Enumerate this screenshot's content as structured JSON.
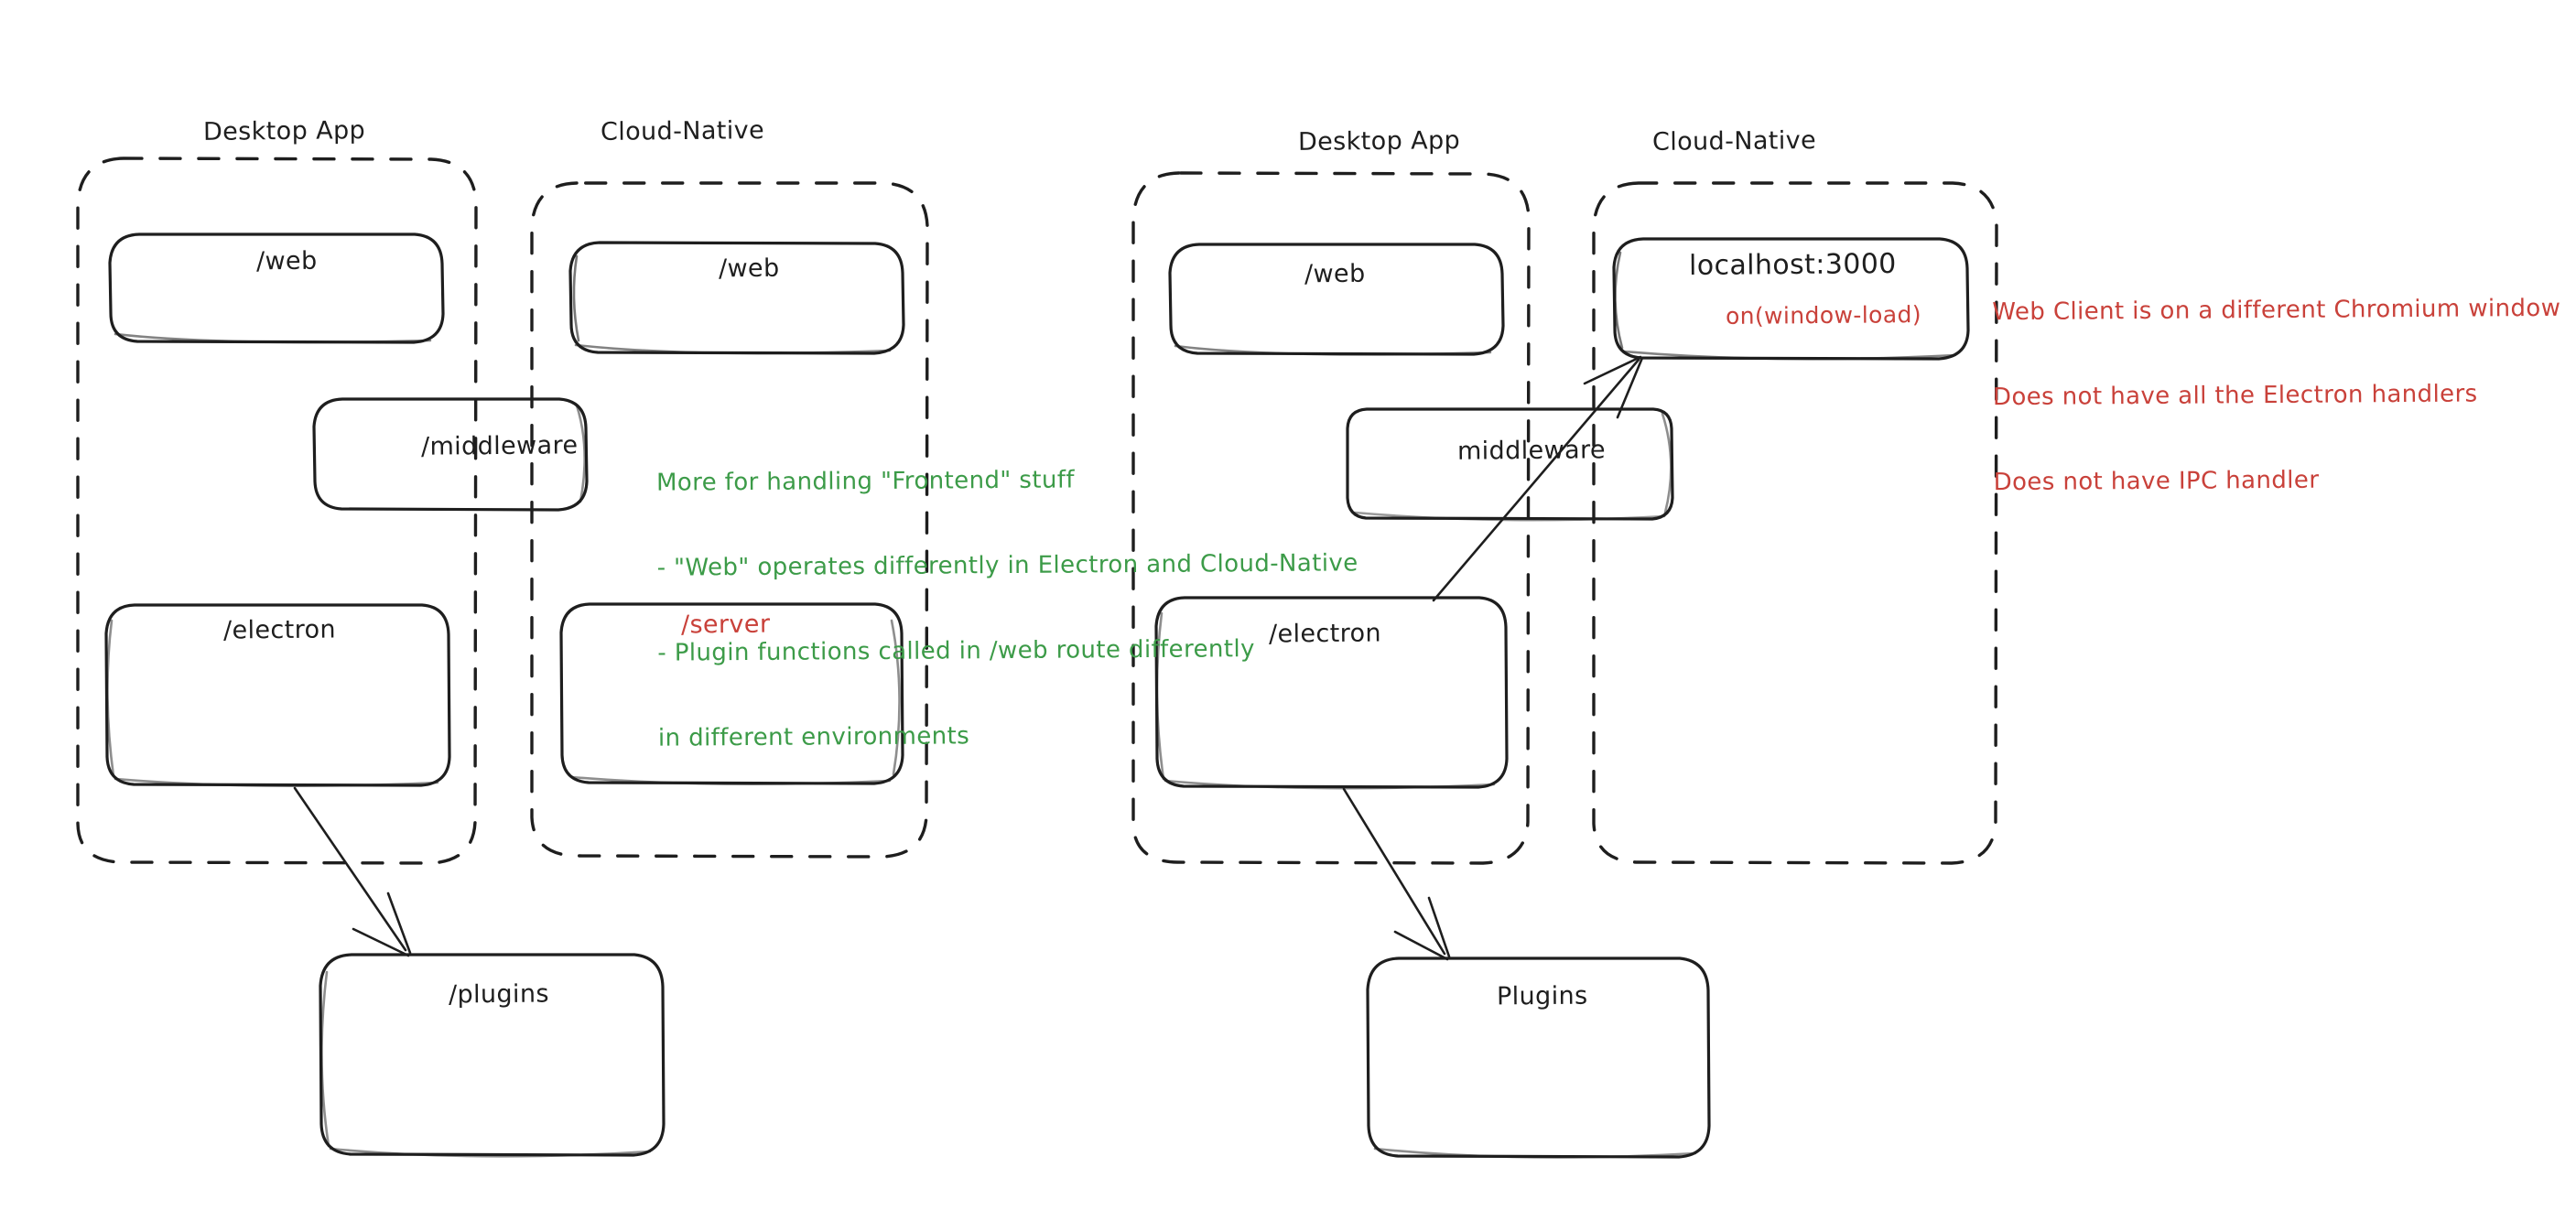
{
  "diagram": {
    "title": "Electron Desktop App vs Cloud-Native architecture comparison",
    "colors": {
      "ink": "#1e1e1e",
      "green": "#3c9b48",
      "red": "#c9413a",
      "background": "#ffffff"
    }
  },
  "left_diagram": {
    "groups": [
      {
        "id": "left-desktop",
        "title": "Desktop App"
      },
      {
        "id": "left-cloud",
        "title": "Cloud-Native"
      }
    ],
    "boxes": [
      {
        "id": "left-desktop-web",
        "label": "/web",
        "color": "ink"
      },
      {
        "id": "left-cloud-web",
        "label": "/web",
        "color": "ink"
      },
      {
        "id": "left-middleware",
        "label": "/middleware",
        "color": "ink"
      },
      {
        "id": "left-desktop-electron",
        "label": "/electron",
        "color": "ink"
      },
      {
        "id": "left-cloud-server",
        "label": "/server",
        "color": "red"
      },
      {
        "id": "left-plugins",
        "label": "/plugins",
        "color": "ink"
      }
    ],
    "annotation": {
      "color": "green",
      "lines": [
        "More for handling \"Frontend\" stuff",
        "- \"Web\" operates differently in Electron and Cloud-Native",
        "- Plugin functions called in /web route differently",
        "in different environments"
      ]
    },
    "arrows": [
      {
        "id": "arrow-left-electron-to-plugins",
        "from": "left-desktop-electron",
        "to": "left-plugins"
      }
    ]
  },
  "right_diagram": {
    "groups": [
      {
        "id": "right-desktop",
        "title": "Desktop App"
      },
      {
        "id": "right-cloud",
        "title": "Cloud-Native"
      }
    ],
    "boxes": [
      {
        "id": "right-desktop-web",
        "label": "/web",
        "color": "ink"
      },
      {
        "id": "right-localhost",
        "label": "localhost:3000",
        "color": "ink",
        "sublabel": "on(window-load)",
        "sublabel_color": "red"
      },
      {
        "id": "right-middleware",
        "label": "middleware",
        "color": "ink"
      },
      {
        "id": "right-desktop-electron",
        "label": "/electron",
        "color": "ink"
      },
      {
        "id": "right-plugins",
        "label": "Plugins",
        "color": "ink"
      }
    ],
    "annotation": {
      "color": "red",
      "lines": [
        "Web Client is on a different Chromium window",
        "Does not have all the Electron handlers",
        "Does not have IPC handler"
      ]
    },
    "arrows": [
      {
        "id": "arrow-right-electron-to-localhost",
        "from": "right-desktop-electron",
        "to": "right-localhost"
      },
      {
        "id": "arrow-right-electron-to-plugins",
        "from": "right-desktop-electron",
        "to": "right-plugins"
      }
    ]
  }
}
